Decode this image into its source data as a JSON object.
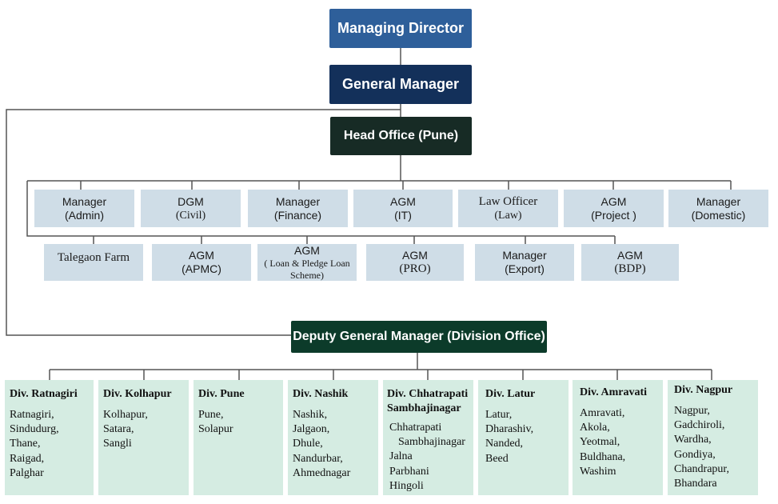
{
  "top": {
    "managing_director": "Managing Director",
    "general_manager": "General Manager",
    "head_office": "Head Office (Pune)",
    "division_office": "Deputy General Manager (Division Office)"
  },
  "head_office_row1": [
    {
      "l1": "Manager",
      "l2": "(Admin)"
    },
    {
      "l1": "DGM",
      "l2": "(Civil)"
    },
    {
      "l1": "Manager",
      "l2": "(Finance)"
    },
    {
      "l1": "AGM",
      "l2": "(IT)"
    },
    {
      "l1": "Law Officer",
      "l2": "(Law)"
    },
    {
      "l1": "AGM",
      "l2": "(Project )"
    },
    {
      "l1": "Manager",
      "l2": "(Domestic)"
    }
  ],
  "head_office_row2": [
    {
      "l1": "Talegaon Farm"
    },
    {
      "l1": "AGM",
      "l2": "(APMC)"
    },
    {
      "l1": "AGM",
      "l2": "( Loan & Pledge Loan",
      "l3": "Scheme)"
    },
    {
      "l1": "AGM",
      "l2": "(PRO)"
    },
    {
      "l1": "Manager",
      "l2": "(Export)"
    },
    {
      "l1": "AGM",
      "l2": "(BDP)"
    }
  ],
  "divisions": [
    {
      "title": "Div. Ratnagiri",
      "districts": [
        "Ratnagiri,",
        "Sindudurg,",
        "Thane,",
        "Raigad,",
        "Palghar"
      ]
    },
    {
      "title": "Div. Kolhapur",
      "districts": [
        "Kolhapur,",
        "Satara,",
        "Sangli"
      ]
    },
    {
      "title": "Div. Pune",
      "districts": [
        "Pune,",
        "Solapur"
      ]
    },
    {
      "title": "Div. Nashik",
      "districts": [
        "Nashik,",
        "Jalgaon,",
        "Dhule,",
        "Nandurbar,",
        "Ahmednagar"
      ]
    },
    {
      "title": "Div. Chhatrapati Sambhajinagar",
      "districts": [
        "Chhatrapati",
        "Sambhajinagar",
        "Jalna",
        "Parbhani",
        "Hingoli"
      ]
    },
    {
      "title": "Div. Latur",
      "districts": [
        "Latur,",
        "Dharashiv,",
        "Nanded,",
        "Beed"
      ]
    },
    {
      "title": "Div. Amravati",
      "districts": [
        "Amravati,",
        "Akola,",
        "Yeotmal,",
        "Buldhana,",
        "Washim"
      ]
    },
    {
      "title": "Div. Nagpur",
      "districts": [
        "Nagpur,",
        "Gadchiroli,",
        "Wardha,",
        "Gondiya,",
        "Chandrapur,",
        "Bhandara"
      ]
    }
  ]
}
